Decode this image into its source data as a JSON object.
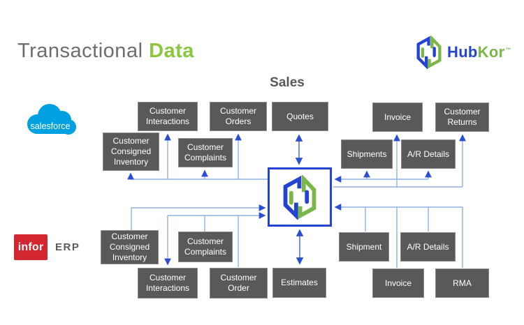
{
  "title": {
    "gray": "Transactional",
    "green": "Data"
  },
  "logo": {
    "hub": "Hub",
    "kor": "Kor",
    "tm": "™"
  },
  "sales_label": "Sales",
  "salesforce_label": "salesforce",
  "infor_label": "infor",
  "erp_label": "ERP",
  "colors": {
    "brand_blue": "#2443d2",
    "brand_green": "#7ab648",
    "title_gray": "#6c6d70",
    "title_green": "#8cc63e",
    "node_fill": "#595959",
    "node_border": "#8a8a8a",
    "connector_dark": "#4472c4",
    "connector_light": "#8fb0e0",
    "arrowhead": "#2b4fd0",
    "salesforce_blue": "#00a1e0",
    "infor_red": "#d22630"
  },
  "diagram": {
    "nodes": [
      {
        "label": "Customer Interactions"
      },
      {
        "label": "Customer Orders"
      },
      {
        "label": "Quotes"
      },
      {
        "label": "Invoice"
      },
      {
        "label": "Customer Returns"
      },
      {
        "label": "Customer Consigned Inventory"
      },
      {
        "label": "Customer Complaints"
      },
      {
        "label": "Shipments"
      },
      {
        "label": "A/R Details"
      },
      {
        "label": "Customer Consigned Inventory"
      },
      {
        "label": "Customer Complaints"
      },
      {
        "label": "Shipment"
      },
      {
        "label": "A/R Details"
      },
      {
        "label": "Customer Interactions"
      },
      {
        "label": "Customer Order"
      },
      {
        "label": "Estimates"
      },
      {
        "label": "Invoice"
      },
      {
        "label": "RMA"
      }
    ]
  }
}
